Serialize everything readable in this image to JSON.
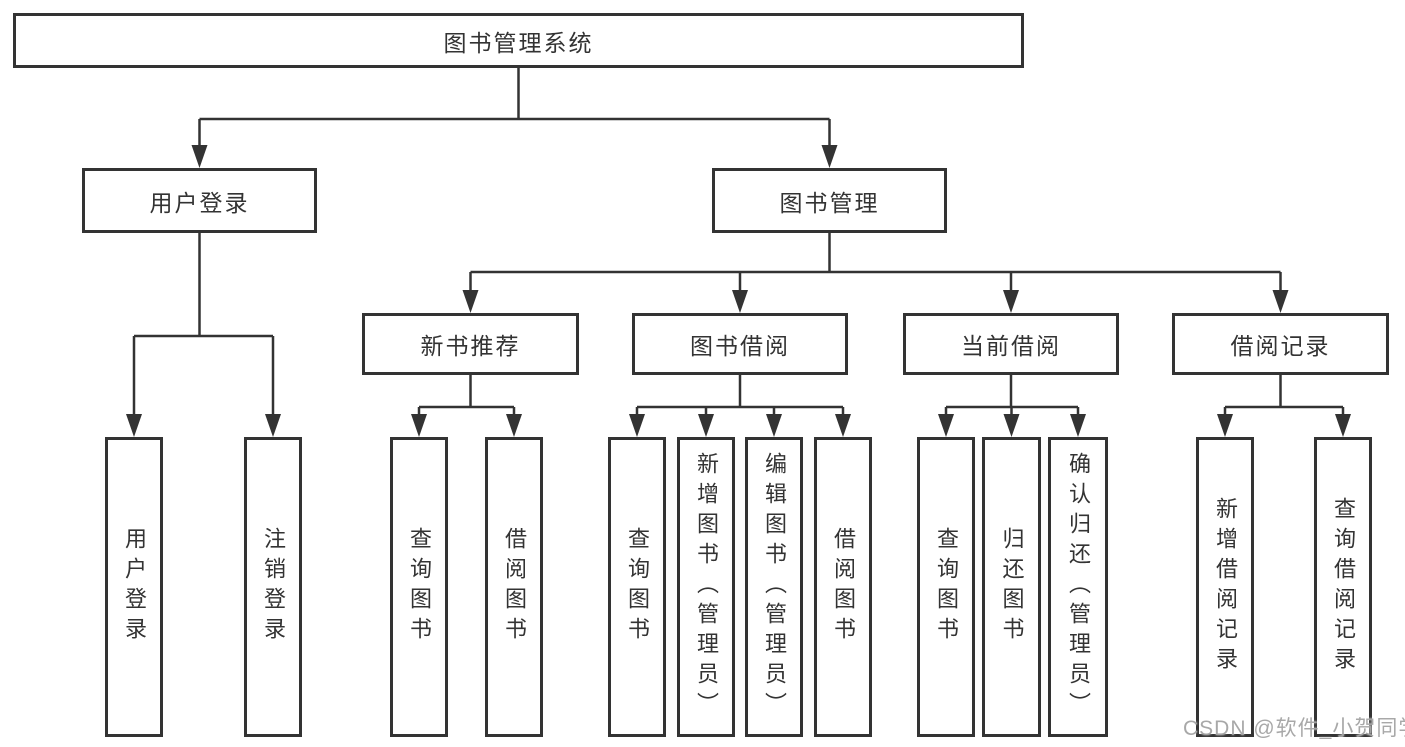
{
  "page": {
    "background": "#ffffff"
  },
  "colors": {
    "line": "#333333",
    "box_border": "#333333",
    "text": "#333333",
    "watermark": "#a3a3a3"
  },
  "tree": {
    "root": {
      "label": "图书管理系统"
    },
    "branches": [
      {
        "label": "用户登录",
        "children": [
          {
            "label": "用户登录"
          },
          {
            "label": "注销登录"
          }
        ]
      },
      {
        "label": "图书管理",
        "children": [
          {
            "label": "新书推荐",
            "children": [
              {
                "label": "查询图书"
              },
              {
                "label": "借阅图书"
              }
            ]
          },
          {
            "label": "图书借阅",
            "children": [
              {
                "label": "查询图书"
              },
              {
                "label": "新增图书（管理员）"
              },
              {
                "label": "编辑图书（管理员）"
              },
              {
                "label": "借阅图书"
              }
            ]
          },
          {
            "label": "当前借阅",
            "children": [
              {
                "label": "查询图书"
              },
              {
                "label": "归还图书"
              },
              {
                "label": "确认归还（管理员）"
              }
            ]
          },
          {
            "label": "借阅记录",
            "children": [
              {
                "label": "新增借阅记录"
              },
              {
                "label": "查询借阅记录"
              }
            ]
          }
        ]
      }
    ]
  },
  "watermark": {
    "text": "CSDN @软件_小贺同学"
  }
}
